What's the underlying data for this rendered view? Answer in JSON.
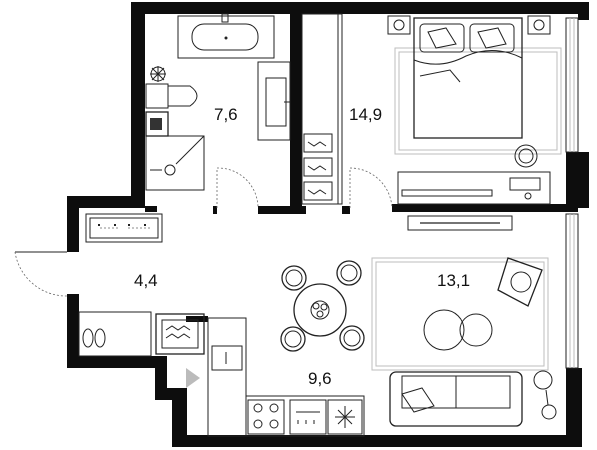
{
  "rooms": [
    {
      "id": "bathroom",
      "area": "7,6"
    },
    {
      "id": "bedroom",
      "area": "14,9"
    },
    {
      "id": "hallway",
      "area": "4,4"
    },
    {
      "id": "living",
      "area": "13,1"
    },
    {
      "id": "kitchen",
      "area": "9,6"
    }
  ],
  "icons": [
    "bathtub-icon",
    "sink-icon",
    "toilet-icon",
    "shower-icon",
    "washing-machine-icon",
    "bed-icon",
    "armchair-icon",
    "sofa-icon",
    "dining-table-icon",
    "chair-icon",
    "stove-icon",
    "snowflake-icon",
    "slippers-icon",
    "plant-icon",
    "floor-lamp-icon",
    "coffee-table-icon",
    "radiator-icon",
    "tv-icon",
    "desk-icon"
  ],
  "colors": {
    "wall": "#0d0d0d",
    "line": "#222222",
    "rug": "#bdbdbd"
  }
}
